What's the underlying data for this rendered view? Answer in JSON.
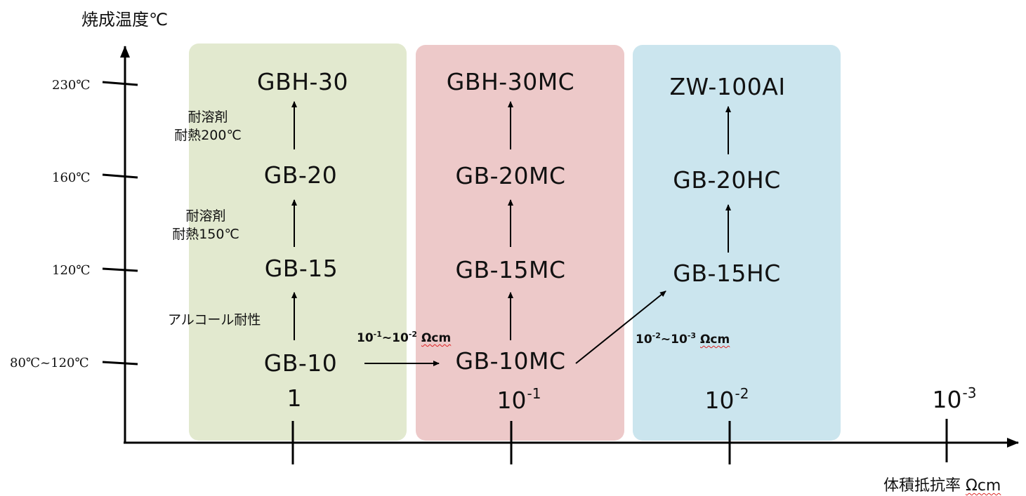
{
  "colors": {
    "panel_green": "#e2e9cf",
    "panel_red": "#edc9c9",
    "panel_blue": "#cbe5ee",
    "axis": "#000000",
    "squiggle": "#dd2222"
  },
  "y_axis": {
    "title": "焼成温度℃",
    "ticks": [
      "230℃",
      "160℃",
      "120℃",
      "80℃~120℃"
    ]
  },
  "x_axis": {
    "title_prefix": "体積抵抗率",
    "title_unit": "Ωcm",
    "ticks": [
      {
        "base": "1",
        "exp": ""
      },
      {
        "base": "10",
        "exp": "-1"
      },
      {
        "base": "10",
        "exp": "-2"
      },
      {
        "base": "10",
        "exp": "-3"
      }
    ]
  },
  "columns": [
    {
      "name": "green",
      "products": [
        "GBH-30",
        "GB-20",
        "GB-15",
        "GB-10"
      ]
    },
    {
      "name": "red",
      "products": [
        "GBH-30MC",
        "GB-20MC",
        "GB-15MC",
        "GB-10MC"
      ]
    },
    {
      "name": "blue",
      "products": [
        "ZW-100AI",
        "GB-20HC",
        "GB-15HC"
      ]
    }
  ],
  "notes": {
    "upgrade_top": [
      "耐溶剤",
      "耐熱200℃"
    ],
    "upgrade_mid": [
      "耐溶剤",
      "耐熱150℃"
    ],
    "upgrade_low": "アルコール耐性"
  },
  "ranges": {
    "first": {
      "a": "10",
      "a_exp": "-1",
      "sep": "~",
      "b": "10",
      "b_exp": "-2",
      "unit": "Ωcm"
    },
    "second": {
      "a": "10",
      "a_exp": "-2",
      "sep": "~",
      "b": "10",
      "b_exp": "-3",
      "unit": "Ωcm"
    }
  }
}
